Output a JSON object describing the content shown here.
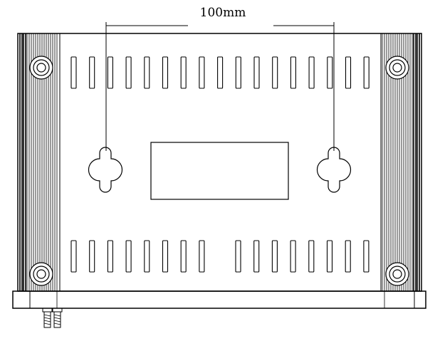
{
  "dimension": {
    "label": "100mm"
  },
  "vents": {
    "top_count": 17,
    "bottom_left_count": 8,
    "bottom_right_count": 8
  },
  "mount_holes": {
    "count": 2,
    "spacing_label": "100mm"
  },
  "screws": {
    "count": 4
  },
  "connectors": {
    "count": 2
  }
}
